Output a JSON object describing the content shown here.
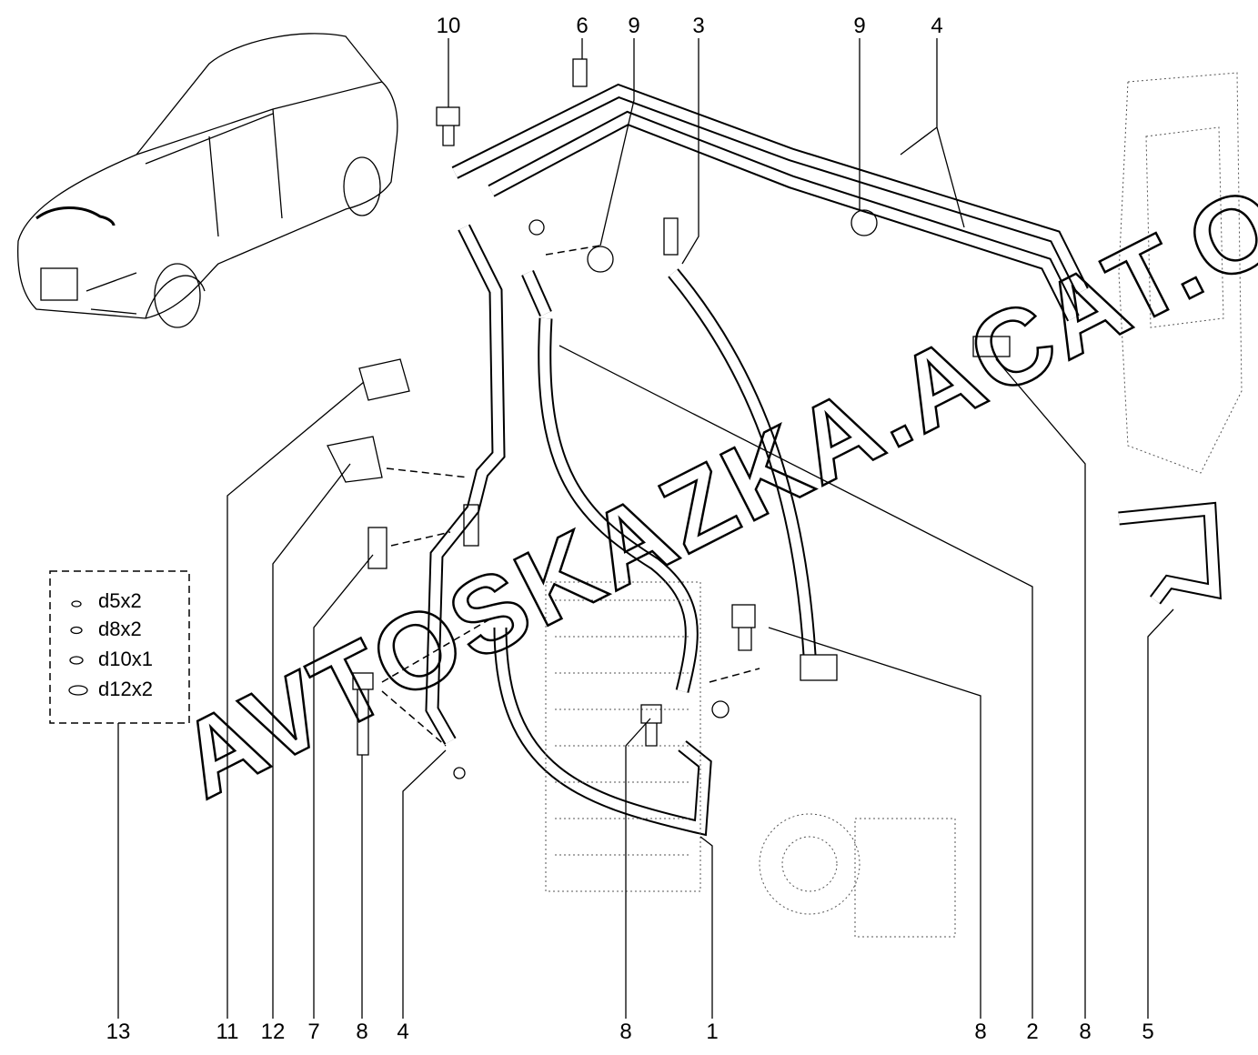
{
  "diagram": {
    "top_callouts": [
      "10",
      "6",
      "9",
      "3",
      "9",
      "4"
    ],
    "bottom_callouts": [
      "13",
      "11",
      "12",
      "7",
      "8",
      "4",
      "8",
      "1",
      "8",
      "2",
      "8",
      "5"
    ],
    "legend": {
      "items": [
        "d5x2",
        "d8x2",
        "d10x1",
        "d12x2"
      ]
    },
    "watermark": "AVTOSKAZKA.ACAT.ONLINE"
  }
}
